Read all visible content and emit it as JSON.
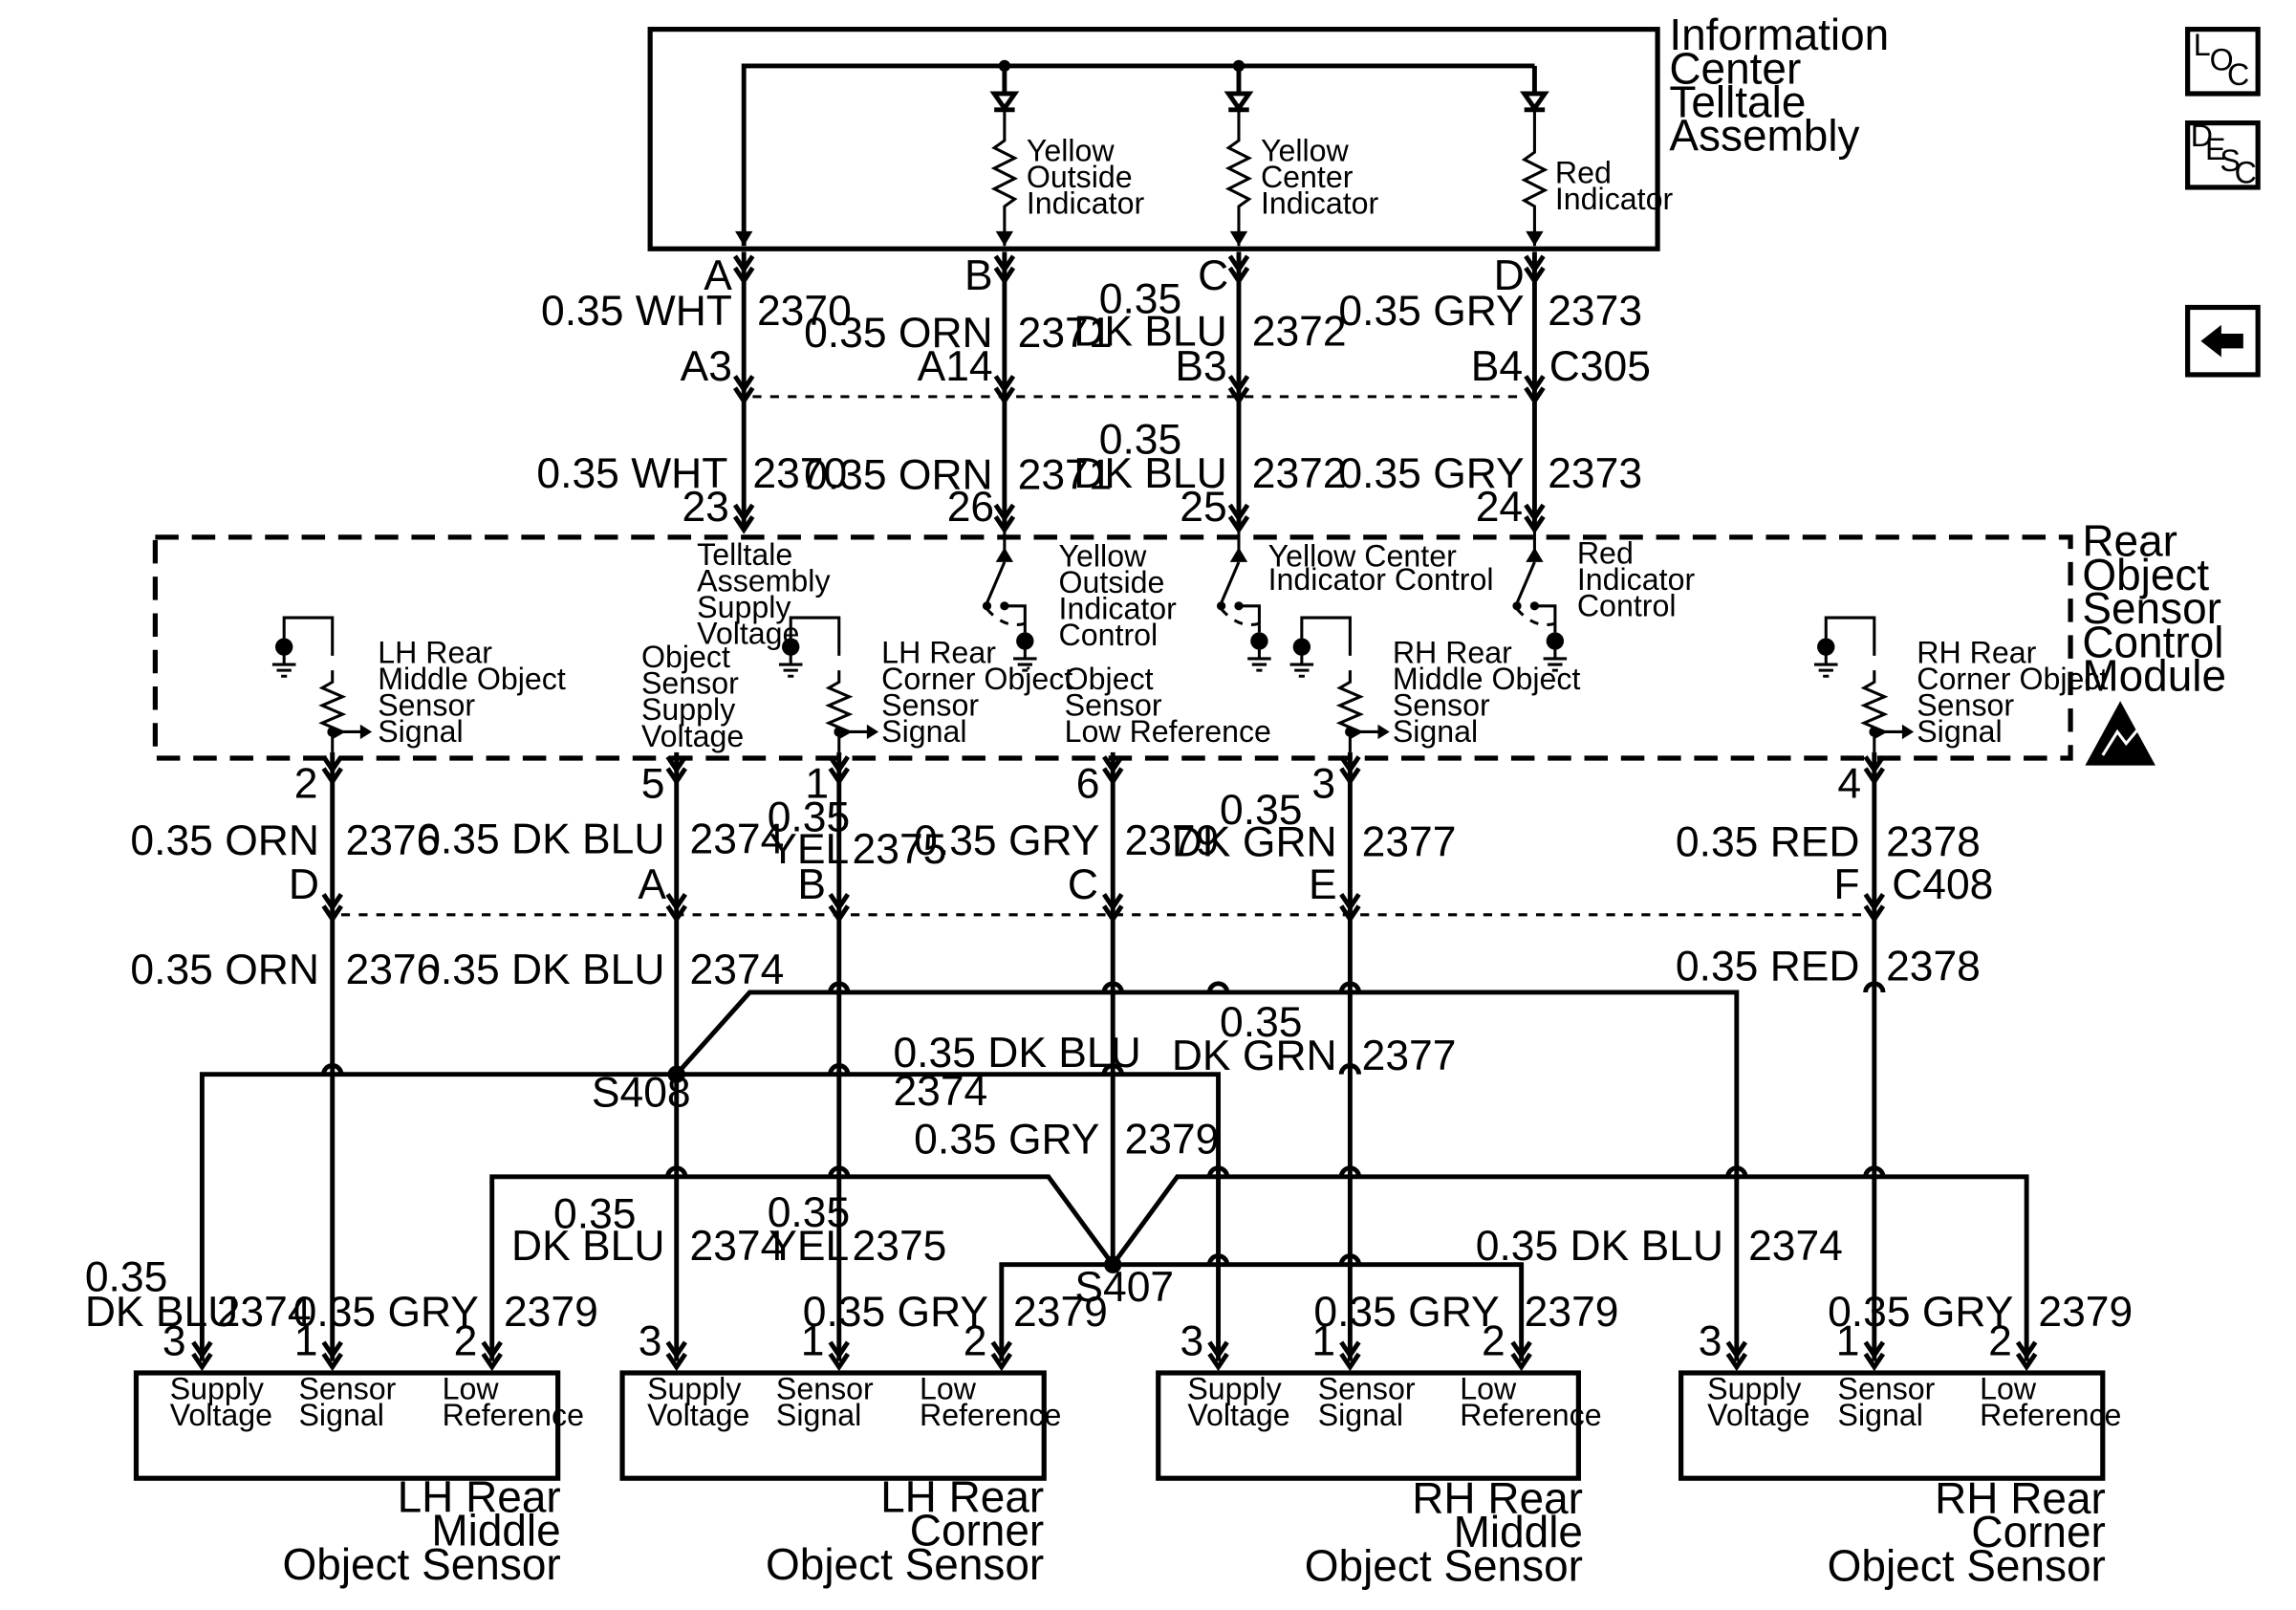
{
  "assemblies": {
    "info_center": [
      "Information",
      "Center",
      "Telltale",
      "Assembly"
    ],
    "rosc_module": [
      "Rear",
      "Object",
      "Sensor",
      "Control",
      "Module"
    ]
  },
  "nav_buttons": {
    "loc": {
      "l": "L",
      "o": "O",
      "c": "C"
    },
    "desc": {
      "d": "D",
      "e": "E",
      "s": "S",
      "c": "C"
    }
  },
  "indicators": [
    [
      "Yellow",
      "Outside",
      "Indicator"
    ],
    [
      "Yellow",
      "Center",
      "Indicator"
    ],
    [
      "Red",
      "Indicator"
    ]
  ],
  "telltale_pins": [
    "A",
    "B",
    "C",
    "D"
  ],
  "upper_wires": [
    {
      "size": "0.35 WHT",
      "circuit": "2370"
    },
    {
      "size": "0.35 ORN",
      "circuit": "2371"
    },
    {
      "size": "0.35",
      "color": "DK BLU",
      "circuit": "2372"
    },
    {
      "size": "0.35 GRY",
      "circuit": "2373"
    }
  ],
  "c305": {
    "name": "C305",
    "pins": [
      "A3",
      "A14",
      "B3",
      "B4"
    ]
  },
  "rosc_upper_pins": [
    "23",
    "26",
    "25",
    "24"
  ],
  "module_labels": {
    "telltale_supply": [
      "Telltale",
      "Assembly",
      "Supply",
      "Voltage"
    ],
    "yellow_outside_control": [
      "Yellow",
      "Outside",
      "Indicator",
      "Control"
    ],
    "yellow_center_control": [
      "Yellow Center",
      "Indicator  Control"
    ],
    "red_control": [
      "Red",
      "Indicator",
      "Control"
    ],
    "lh_middle_signal": [
      "LH Rear",
      "Middle Object",
      "Sensor",
      "Signal"
    ],
    "object_supply": [
      "Object",
      "Sensor",
      "Supply",
      "Voltage"
    ],
    "lh_corner_signal": [
      "LH Rear",
      "Corner Object",
      "Sensor",
      "Signal"
    ],
    "object_low_ref": [
      "Object",
      "Sensor",
      "Low Reference"
    ],
    "rh_middle_signal": [
      "RH Rear",
      "Middle Object",
      "Sensor",
      "Signal"
    ],
    "rh_corner_signal": [
      "RH Rear",
      "Corner Object",
      "Sensor",
      "Signal"
    ]
  },
  "rosc_lower_pins": [
    "2",
    "5",
    "1",
    "6",
    "3",
    "4"
  ],
  "lower_wires": [
    {
      "size": "0.35 ORN",
      "circuit": "2376"
    },
    {
      "size": "0.35 DK BLU",
      "circuit": "2374"
    },
    {
      "size": "0.35",
      "color": "YEL",
      "circuit": "2375"
    },
    {
      "size": "0.35 GRY",
      "circuit": "2379"
    },
    {
      "size": "0.35",
      "color": "DK GRN",
      "circuit": "2377"
    },
    {
      "size": "0.35 RED",
      "circuit": "2378"
    }
  ],
  "c408": {
    "name": "C408",
    "pins": [
      "D",
      "A",
      "B",
      "C",
      "E",
      "F"
    ]
  },
  "c408_lower": [
    {
      "size": "0.35 ORN",
      "circuit": "2376"
    },
    {
      "size": "0.35 DK BLU",
      "circuit": "2374"
    },
    {
      "size": "0.35 RED",
      "circuit": "2378"
    }
  ],
  "splices": {
    "s408": "S408",
    "s407": "S407"
  },
  "mid_labels": {
    "dkblu_center": {
      "size": "0.35 DK BLU",
      "circuit": "2374"
    },
    "dkgrn": {
      "size": "0.35",
      "color": "DK GRN",
      "circuit": "2377"
    },
    "gry_center": {
      "size": "0.35 GRY",
      "circuit": "2379"
    },
    "lhc_dkblu": {
      "size": "0.35",
      "color": "DK BLU",
      "circuit": "2374"
    },
    "lhc_yel": {
      "size": "0.35",
      "color": "YEL",
      "circuit": "2375"
    },
    "rhc_dkblu": {
      "size": "0.35 DK BLU",
      "circuit": "2374"
    }
  },
  "sensor_wire_labels": {
    "lhm_dkblu": {
      "size": "0.35",
      "color": "DK BLU",
      "circuit": "2374"
    },
    "lhm_gry": {
      "size": "0.35 GRY",
      "circuit": "2379"
    },
    "lhc_gry": {
      "size": "0.35 GRY",
      "circuit": "2379"
    },
    "rhm_gry": {
      "size": "0.35 GRY",
      "circuit": "2379"
    },
    "rhc_gry": {
      "size": "0.35 GRY",
      "circuit": "2379"
    }
  },
  "sensor_pins": [
    "3",
    "1",
    "2"
  ],
  "sensor_fields": {
    "supply": [
      "Supply",
      "Voltage"
    ],
    "signal": [
      "Sensor",
      "Signal"
    ],
    "lowref": [
      "Low",
      "Reference"
    ]
  },
  "sensors": [
    [
      "LH Rear",
      "Middle",
      "Object Sensor"
    ],
    [
      "LH Rear",
      "Corner",
      "Object Sensor"
    ],
    [
      "RH Rear",
      "Middle",
      "Object Sensor"
    ],
    [
      "RH Rear",
      "Corner",
      "Object Sensor"
    ]
  ]
}
